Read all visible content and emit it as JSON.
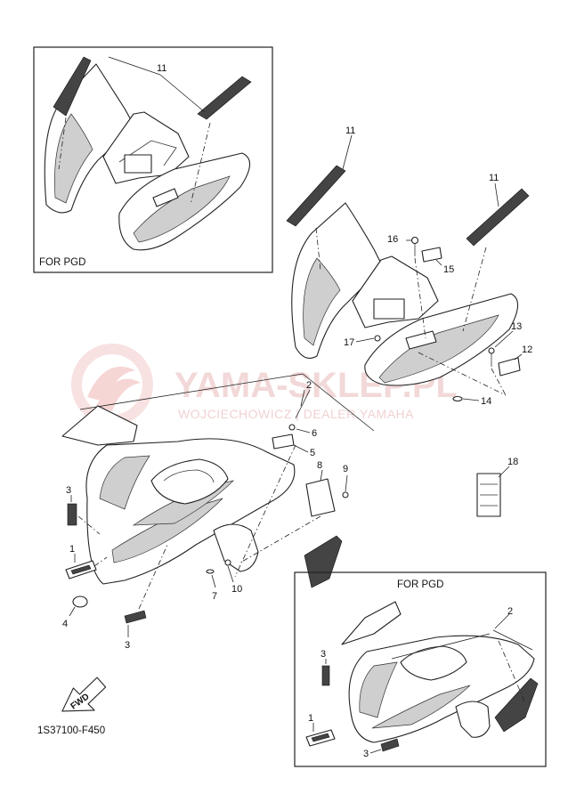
{
  "frames": {
    "top_left_label": "FOR PGD",
    "bottom_right_label": "FOR PGD"
  },
  "watermark": {
    "title": "YAMA-SKLEP.PL",
    "subtitle": "WOJCIECHOWICZ | DEALER YAMAHA",
    "color": "#e9b9b9"
  },
  "callouts": {
    "n1": "1",
    "n1b": "1",
    "n2": "2",
    "n2b": "2",
    "n3a": "3",
    "n3b": "3",
    "n3c": "3",
    "n3d": "3",
    "n4": "4",
    "n5": "5",
    "n6": "6",
    "n7": "7",
    "n8": "8",
    "n9": "9",
    "n10": "10",
    "n11a": "11",
    "n11b": "11",
    "n11c": "11",
    "n12": "12",
    "n13": "13",
    "n14": "14",
    "n15": "15",
    "n16": "16",
    "n17": "17",
    "n18": "18"
  },
  "fwd": {
    "label": "FWD"
  },
  "drawing_code": "1S37100-F450"
}
